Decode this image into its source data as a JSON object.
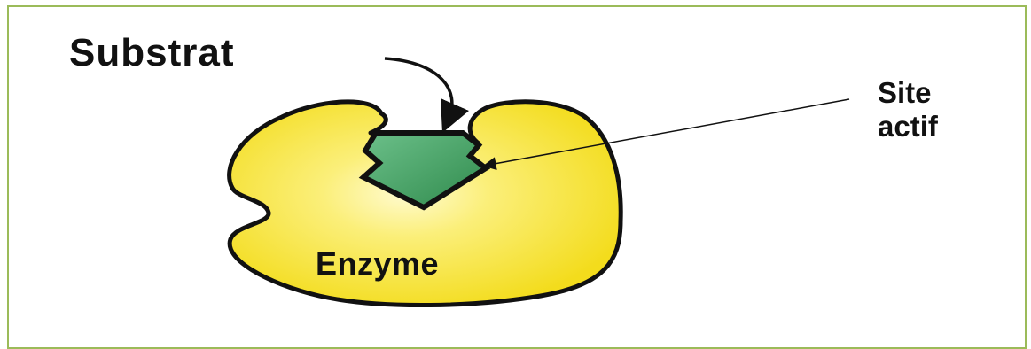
{
  "labels": {
    "substrate": "Substrat",
    "active_site_line1": "Site",
    "active_site_line2": "actif",
    "enzyme": "Enzyme"
  },
  "colors": {
    "frame": "#9bbb59",
    "enzyme_fill": "#f7e23a",
    "enzyme_highlight": "#fff9b8",
    "substrate_fill": "#3f9a5c",
    "outline": "#111111"
  }
}
